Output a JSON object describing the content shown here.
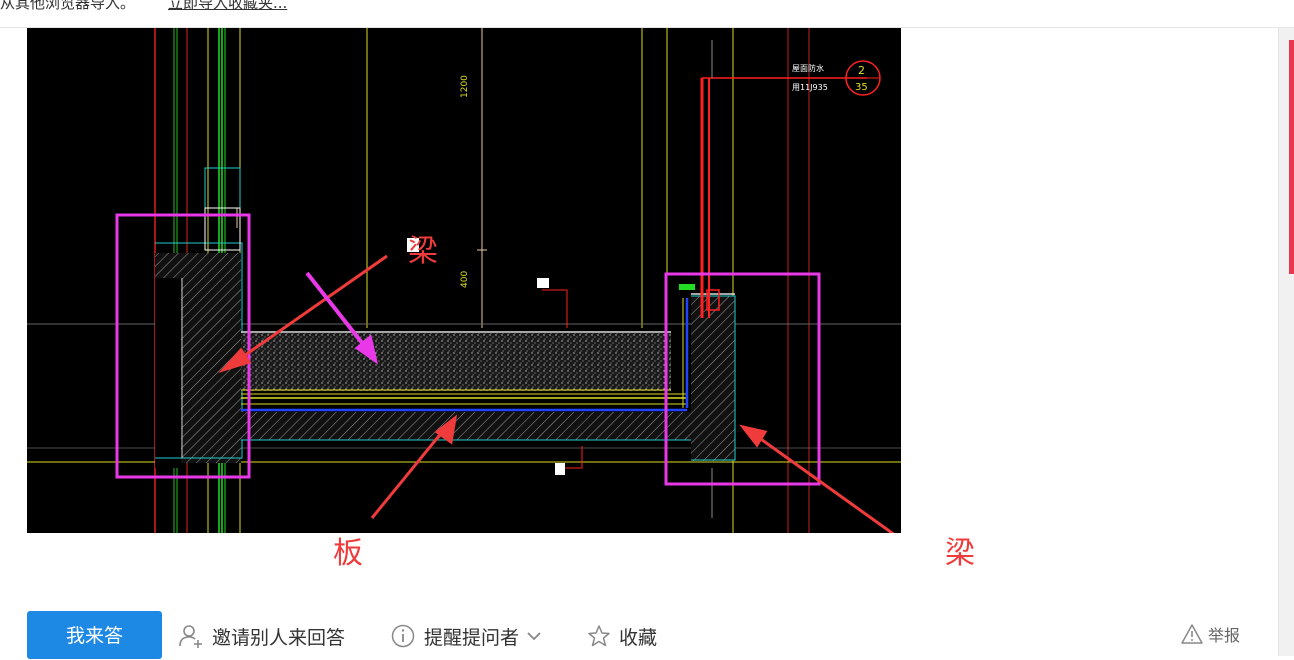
{
  "import_bar": {
    "text": "从其他浏览器导入。",
    "link": "立即导入收藏夹..."
  },
  "cad_image": {
    "labels": {
      "top_right_1": "屋面防水",
      "top_right_2": "用11J935",
      "circle_top": "2",
      "circle_bottom": "35"
    }
  },
  "annotations": {
    "beam_top": "梁",
    "slab": "板",
    "beam_right": "梁"
  },
  "actions": {
    "answer_button": "我来答",
    "invite": "邀请别人来回答",
    "remind": "提醒提问者",
    "favorite": "收藏",
    "report": "举报"
  },
  "colors": {
    "answer_button": "#1e88e5",
    "annotation": "#ef3b3b",
    "highlight_box": "#e838e8",
    "scroll_thumb": "#e8384f"
  },
  "icons": {
    "invite": "user-plus-icon",
    "remind": "info-icon",
    "remind_dropdown": "chevron-down-icon",
    "favorite": "star-icon",
    "report": "warning-icon"
  }
}
